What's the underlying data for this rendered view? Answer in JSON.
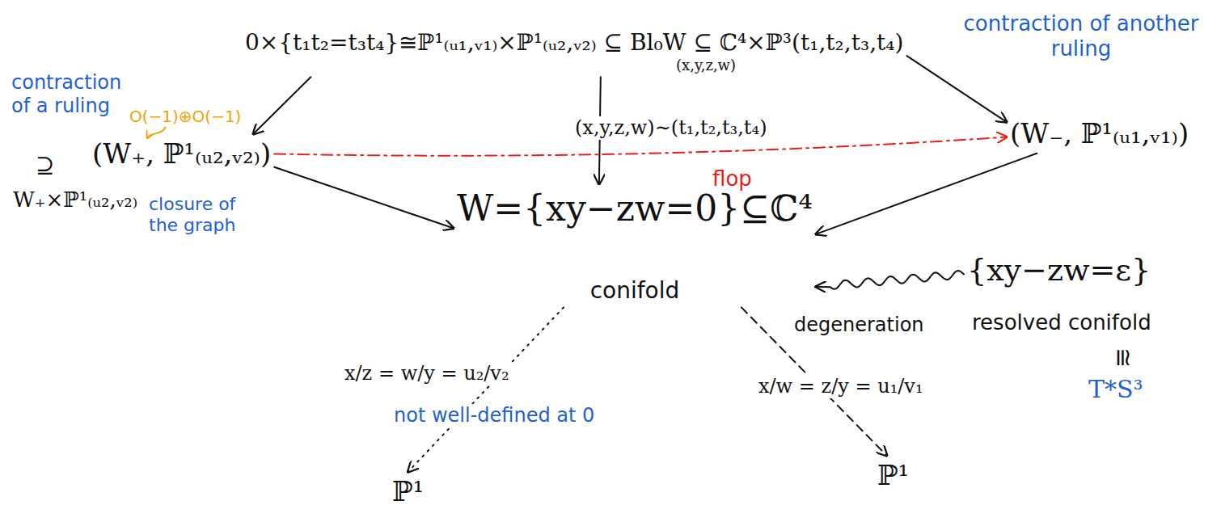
{
  "diagram": {
    "nodes": [
      {
        "text": [
          "0×{t₁t₂=t₃t₄}≅ℙ¹₍ᵤ₁,ᵥ₁₎×ℙ¹₍ᵤ₂,ᵥ₂₎ ⊆ Bl₀W ⊆ ℂ⁴×ℙ³(t₁,t₂,t₃,t₄)",
          "(x,y,z,w)"
        ]
      },
      {
        "text": [
          "(W₊, ℙ¹₍ᵤ₂,ᵥ₂₎)"
        ]
      },
      {
        "text": [
          "(W₋, ℙ¹₍ᵤ₁,ᵥ₁₎)"
        ]
      },
      {
        "text": [
          "W={xy−zw=0}⊆ℂ⁴",
          "conifold"
        ]
      },
      {
        "text": [
          "{xy−zw=ε}"
        ]
      },
      {
        "text": [
          "ℙ¹"
        ]
      },
      {
        "text": [
          "ℙ¹"
        ]
      }
    ],
    "edges": [
      {
        "from": 0,
        "to": 1,
        "arrow": "to"
      },
      {
        "from": 0,
        "to": 3,
        "arrow": "to",
        "label": "(x,y,z,w)∼(t₁,t₂,t₃,t₄)"
      },
      {
        "from": 0,
        "to": 2,
        "arrow": "to"
      },
      {
        "from": 1,
        "to": 2,
        "arrow": "to",
        "label": "flop"
      },
      {
        "from": 1,
        "to": 3,
        "arrow": "to"
      },
      {
        "from": 2,
        "to": 3,
        "arrow": "to"
      },
      {
        "from": 4,
        "to": 3,
        "arrow": "to",
        "label": "degeneration"
      },
      {
        "from": 3,
        "to": 5,
        "arrow": "to",
        "label": "x/z = w/y = u₂/v₂"
      },
      {
        "from": 3,
        "to": 6,
        "arrow": "to",
        "label": "x/w = z/y = u₁/v₁"
      }
    ],
    "labels": [
      "contraction of a ruling",
      "O(−1)⊕O(−1)",
      "⊇",
      "W₊×ℙ¹₍ᵤ₂,ᵥ₂₎",
      "closure of the graph",
      "contraction of another ruling",
      "not well-defined at 0",
      "resolved conifold",
      "≅",
      "T*S³"
    ]
  }
}
